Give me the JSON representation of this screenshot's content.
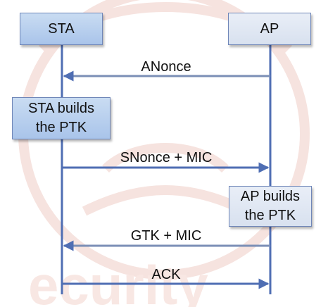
{
  "participants": {
    "sta": "STA",
    "ap": "AP"
  },
  "messages": [
    {
      "label": "ANonce",
      "direction": "AP-to-STA"
    },
    {
      "label": "SNonce + MIC",
      "direction": "STA-to-AP"
    },
    {
      "label": "GTK + MIC",
      "direction": "AP-to-STA"
    },
    {
      "label": "ACK",
      "direction": "STA-to-AP"
    }
  ],
  "actions": {
    "sta_builds": [
      "STA builds",
      "the PTK"
    ],
    "ap_builds": [
      "AP builds",
      "the PTK"
    ]
  },
  "colors": {
    "line": "#4f6eb3",
    "sta_box": "#b6cdee",
    "ap_box": "#dfe6f1",
    "watermark": "#f6e6e2"
  }
}
